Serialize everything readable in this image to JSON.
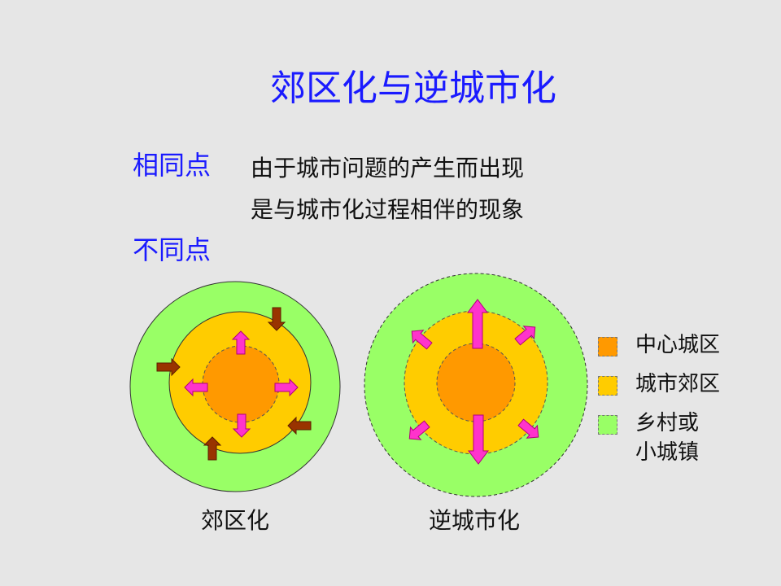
{
  "title": "郊区化与逆城市化",
  "similar": {
    "heading": "相同点",
    "line1": "由于城市问题的产生而出现",
    "line2": "是与城市化过程相伴的现象"
  },
  "different": {
    "heading": "不同点"
  },
  "diagrams": [
    {
      "caption": "郊区化"
    },
    {
      "caption": "逆城市化"
    }
  ],
  "legend": [
    {
      "label": "中心城区",
      "color": "#ff9900"
    },
    {
      "label": "城市郊区",
      "color": "#ffcc00"
    },
    {
      "label": "乡村或\n小城镇",
      "color": "#99ff66"
    }
  ],
  "colors": {
    "title_text": "#1a1aff",
    "center": "#ff9900",
    "suburb": "#ffcc00",
    "rural": "#99ff66",
    "inner_arrow": "#ff33cc",
    "outer_arrow": "#993300"
  }
}
